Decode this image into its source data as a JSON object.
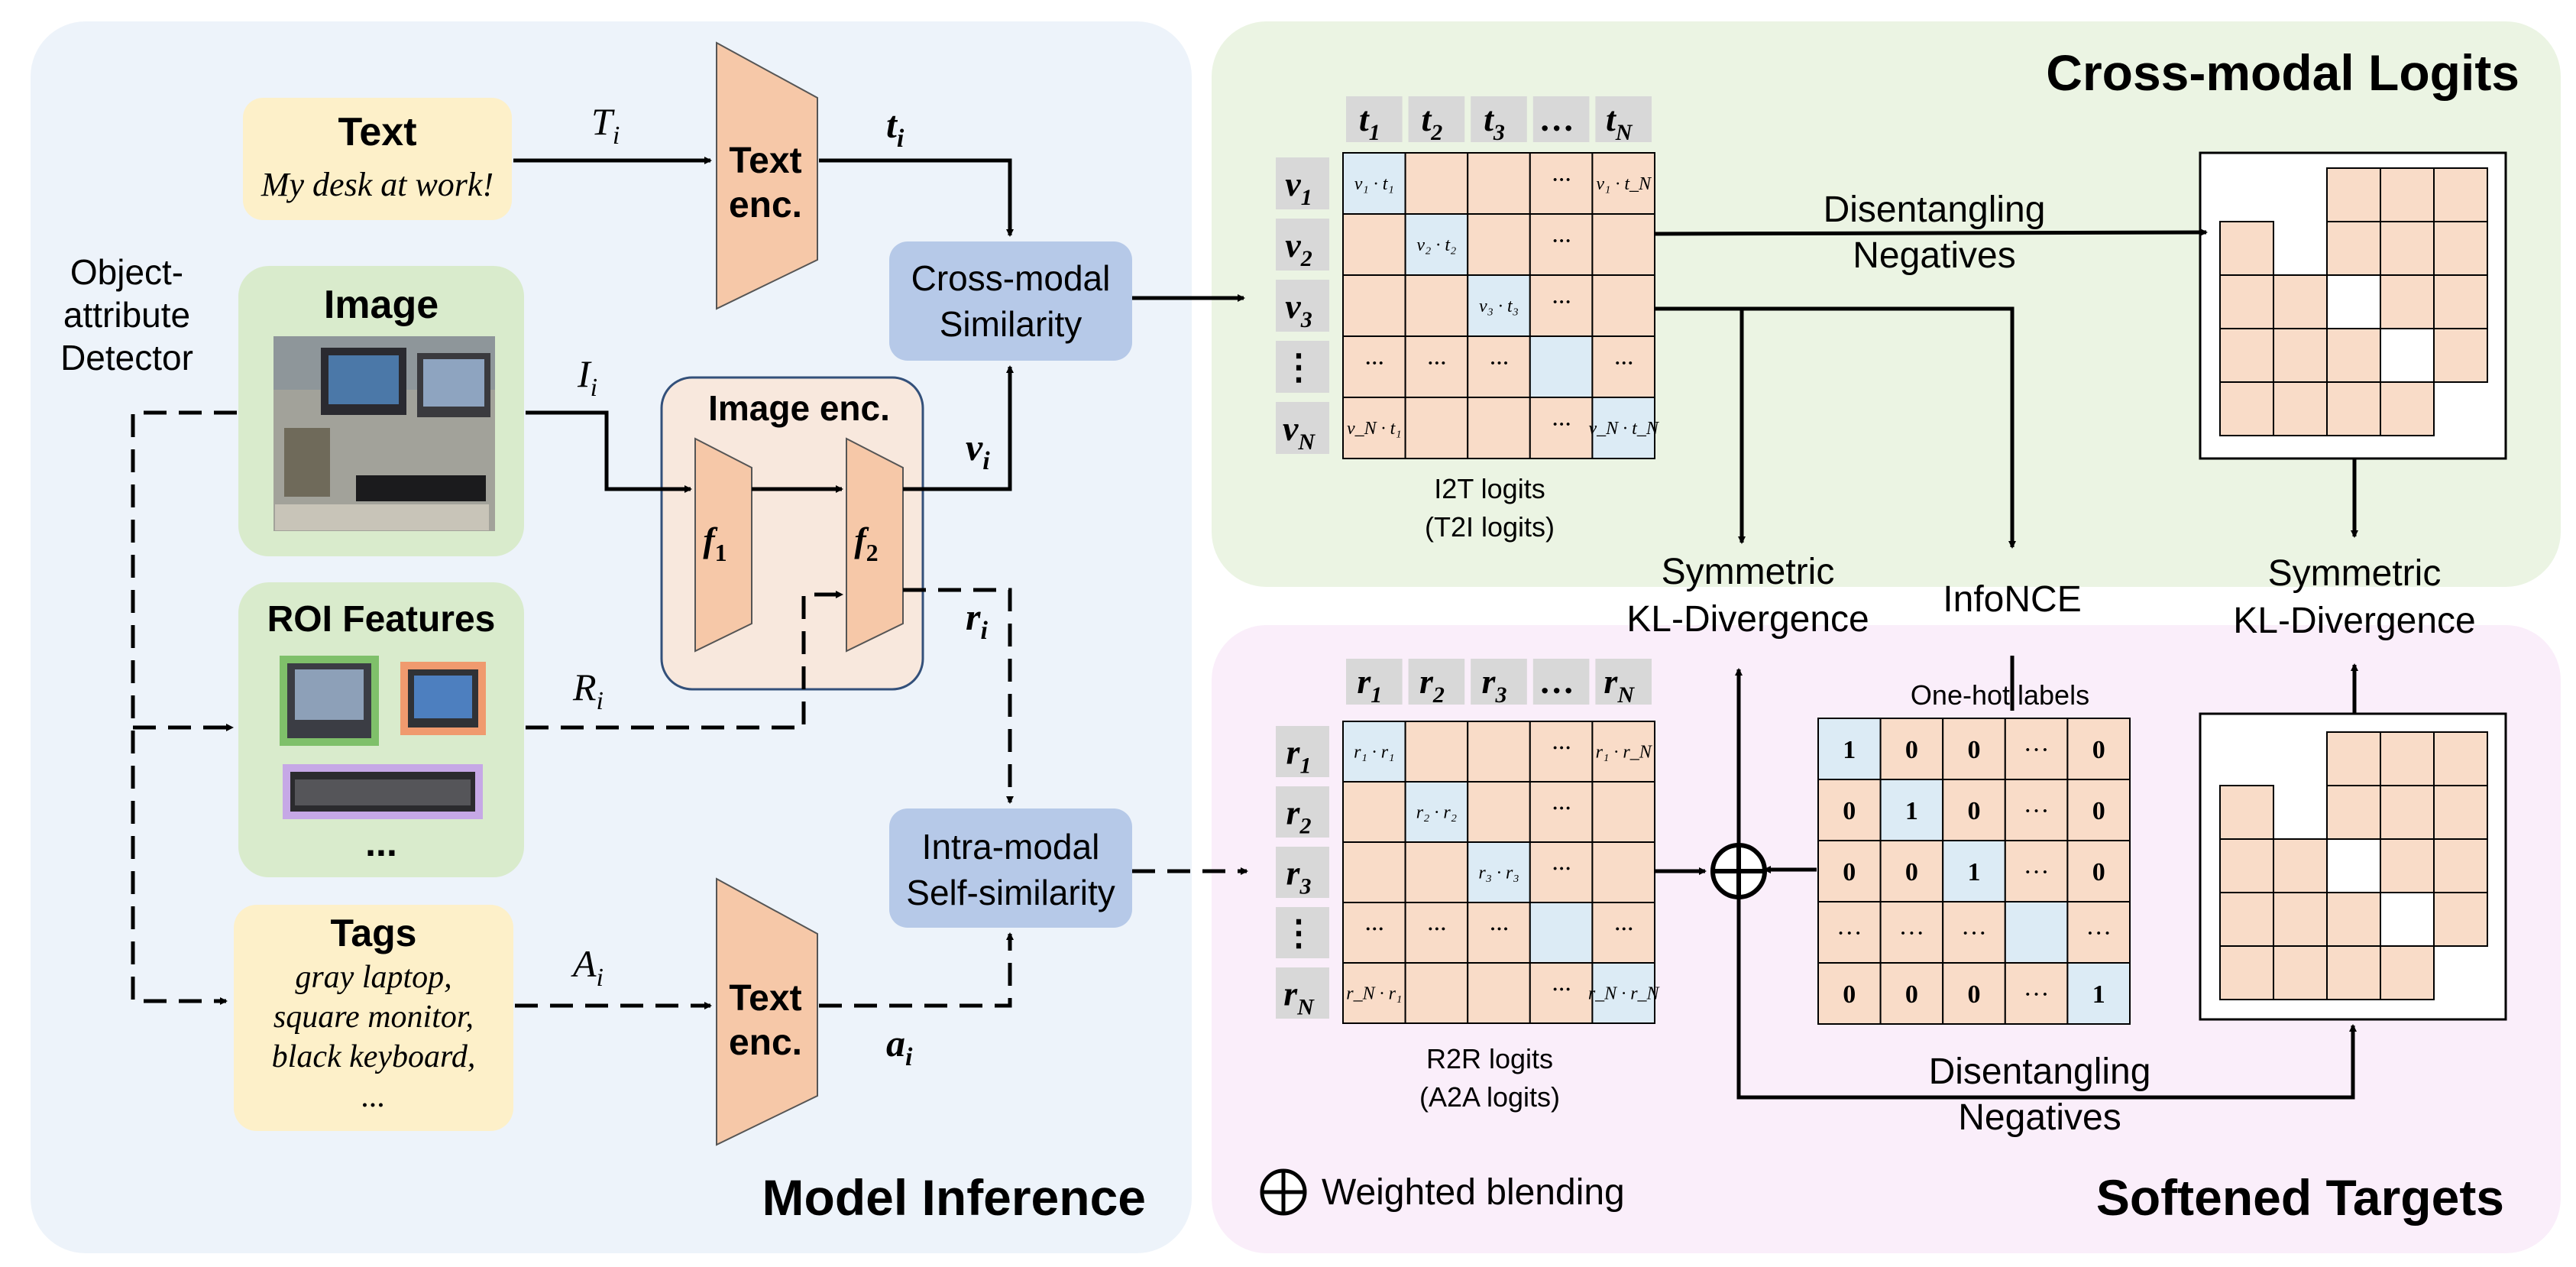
{
  "panels": {
    "model_inference": "Model Inference",
    "cross_modal_logits": "Cross-modal Logits",
    "softened_targets": "Softened Targets"
  },
  "inputs": {
    "text_title": "Text",
    "text_caption": "My desk at work!",
    "image_title": "Image",
    "roi_title": "ROI Features",
    "roi_ellipsis": "...",
    "tags_title": "Tags",
    "tags_lines": [
      "gray laptop,",
      "square monitor,",
      "black keyboard,",
      "..."
    ]
  },
  "detector": {
    "lines": [
      "Object-",
      "attribute",
      "Detector"
    ]
  },
  "encoders": {
    "text_enc_lines": [
      "Text",
      "enc."
    ],
    "image_enc": "Image enc.",
    "f1": "f",
    "f1_sub": "1",
    "f2": "f",
    "f2_sub": "2"
  },
  "similarity": {
    "cross_lines": [
      "Cross-modal",
      "Similarity"
    ],
    "intra_lines": [
      "Intra-modal",
      "Self-similarity"
    ]
  },
  "variables": {
    "T": [
      "T",
      "i"
    ],
    "I": [
      "I",
      "i"
    ],
    "R": [
      "R",
      "i"
    ],
    "A": [
      "A",
      "i"
    ],
    "t": [
      "t",
      "i"
    ],
    "v": [
      "v",
      "i"
    ],
    "r": [
      "r",
      "i"
    ],
    "a": [
      "a",
      "i"
    ]
  },
  "i2t": {
    "cols": [
      [
        "t",
        "1"
      ],
      [
        "t",
        "2"
      ],
      [
        "t",
        "3"
      ],
      [
        "…",
        ""
      ],
      [
        "t",
        "N"
      ]
    ],
    "rows": [
      [
        "v",
        "1"
      ],
      [
        "v",
        "2"
      ],
      [
        "v",
        "3"
      ],
      [
        "⋮",
        ""
      ],
      [
        "v",
        "N"
      ]
    ],
    "cells": [
      [
        "v₁ · t₁",
        "",
        "",
        "···",
        "v₁ · t_N"
      ],
      [
        "",
        "v₂ · t₂",
        "",
        "···",
        ""
      ],
      [
        "",
        "",
        "v₃ · t₃",
        "···",
        ""
      ],
      [
        "···",
        "···",
        "···",
        "",
        "···"
      ],
      [
        "v_N · t₁",
        "",
        "",
        "···",
        "v_N · t_N"
      ]
    ],
    "caption_lines": [
      "I2T logits",
      "(T2I logits)"
    ]
  },
  "r2r": {
    "cols": [
      [
        "r",
        "1"
      ],
      [
        "r",
        "2"
      ],
      [
        "r",
        "3"
      ],
      [
        "…",
        ""
      ],
      [
        "r",
        "N"
      ]
    ],
    "rows": [
      [
        "r",
        "1"
      ],
      [
        "r",
        "2"
      ],
      [
        "r",
        "3"
      ],
      [
        "⋮",
        ""
      ],
      [
        "r",
        "N"
      ]
    ],
    "cells": [
      [
        "r₁ · r₁",
        "",
        "",
        "···",
        "r₁ · r_N"
      ],
      [
        "",
        "r₂ · r₂",
        "",
        "···",
        ""
      ],
      [
        "",
        "",
        "r₃ · r₃",
        "···",
        ""
      ],
      [
        "···",
        "···",
        "···",
        "",
        "···"
      ],
      [
        "r_N · r₁",
        "",
        "",
        "···",
        "r_N · r_N"
      ]
    ],
    "caption_lines": [
      "R2R logits",
      "(A2A logits)"
    ]
  },
  "onehot": {
    "title": "One-hot labels",
    "cells": [
      [
        "1",
        "0",
        "0",
        "···",
        "0"
      ],
      [
        "0",
        "1",
        "0",
        "···",
        "0"
      ],
      [
        "0",
        "0",
        "1",
        "···",
        "0"
      ],
      [
        "···",
        "···",
        "···",
        "",
        "···"
      ],
      [
        "0",
        "0",
        "0",
        "···",
        "1"
      ]
    ]
  },
  "labels": {
    "disentangling_top": [
      "Disentangling",
      "Negatives"
    ],
    "disentangling_bottom": [
      "Disentangling",
      "Negatives"
    ],
    "skl_left": [
      "Symmetric",
      "KL-Divergence"
    ],
    "skl_right": [
      "Symmetric",
      "KL-Divergence"
    ],
    "infonce": "InfoNCE",
    "weighted_blending": "Weighted blending"
  },
  "colors": {
    "panel_blue": "#edf3fa",
    "panel_green": "#ebf4e3",
    "panel_pink": "#faeefa",
    "text_box": "#fdf0c9",
    "image_box": "#d9ebcc",
    "tags_box": "#fdf0c9",
    "sim_box": "#b6c9e8",
    "encoder": "#f6c8a8",
    "enc_group": "#f8e8dd",
    "grid_cell": "#f9dcc8",
    "grid_diag": "#dcebf5",
    "header_cell": "#d8d8d8"
  }
}
